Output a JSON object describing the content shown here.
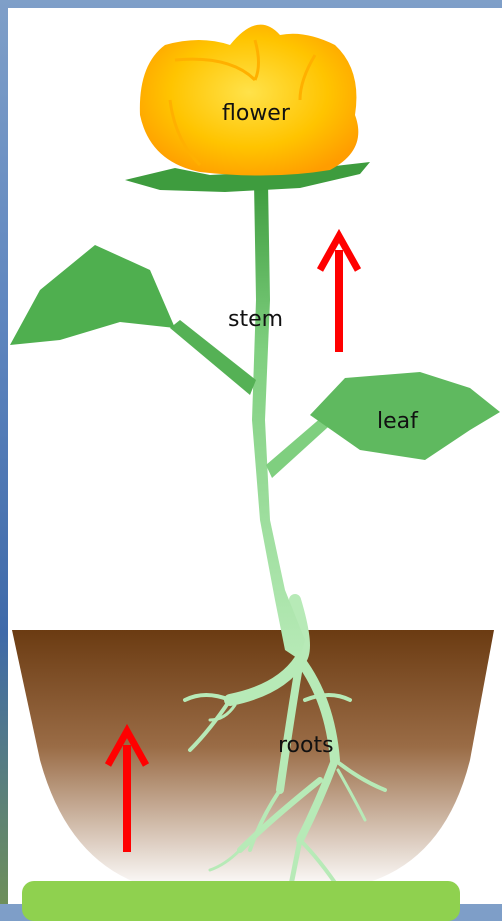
{
  "labels": {
    "flower": "flower",
    "stem": "stem",
    "leaf": "leaf",
    "roots": "roots"
  },
  "colors": {
    "flower_yellow": "#ffd21f",
    "flower_orange": "#ffad00",
    "leaf_green": "#55b155",
    "stem_green": "#7fcf7f",
    "root_green": "#b7eab7",
    "soil_dark": "#6b3b12",
    "arrow_red": "#ff0000",
    "bottom_bar_green": "#8fd14f"
  }
}
